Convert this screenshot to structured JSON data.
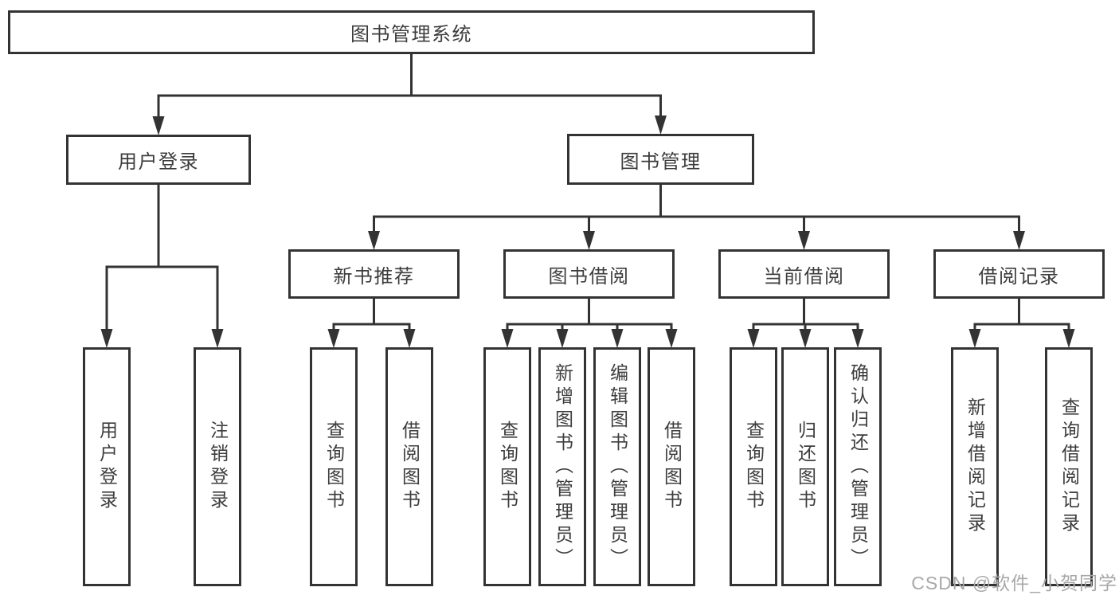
{
  "title": "图书管理系统",
  "watermark": "CSDN @软件_小贺同学",
  "colors": {
    "line": "#333333",
    "text": "#3d3d3d",
    "watermark": "#a8a8a8",
    "background": "#ffffff"
  },
  "nodes": [
    {
      "id": "root",
      "label": "图书管理系统",
      "parent": null
    },
    {
      "id": "user-login",
      "label": "用户登录",
      "parent": "root"
    },
    {
      "id": "book-mgmt",
      "label": "图书管理",
      "parent": "root"
    },
    {
      "id": "new-book-rec",
      "label": "新书推荐",
      "parent": "book-mgmt"
    },
    {
      "id": "book-borrow",
      "label": "图书借阅",
      "parent": "book-mgmt"
    },
    {
      "id": "current-borrow",
      "label": "当前借阅",
      "parent": "book-mgmt"
    },
    {
      "id": "borrow-records",
      "label": "借阅记录",
      "parent": "book-mgmt"
    },
    {
      "id": "user-login-action",
      "label": "用户登录",
      "parent": "user-login"
    },
    {
      "id": "logout-action",
      "label": "注销登录",
      "parent": "user-login"
    },
    {
      "id": "rec-query-books",
      "label": "查询图书",
      "parent": "new-book-rec"
    },
    {
      "id": "rec-borrow-books",
      "label": "借阅图书",
      "parent": "new-book-rec"
    },
    {
      "id": "borrow-query-books",
      "label": "查询图书",
      "parent": "book-borrow"
    },
    {
      "id": "borrow-add-books",
      "label": "新增图书（管理员）",
      "parent": "book-borrow"
    },
    {
      "id": "borrow-edit-books",
      "label": "编辑图书（管理员）",
      "parent": "book-borrow"
    },
    {
      "id": "borrow-borrow-books",
      "label": "借阅图书",
      "parent": "book-borrow"
    },
    {
      "id": "current-query-books",
      "label": "查询图书",
      "parent": "current-borrow"
    },
    {
      "id": "current-return-books",
      "label": "归还图书",
      "parent": "current-borrow"
    },
    {
      "id": "current-confirm-return",
      "label": "确认归还（管理员）",
      "parent": "current-borrow"
    },
    {
      "id": "records-add",
      "label": "新增借阅记录",
      "parent": "borrow-records"
    },
    {
      "id": "records-query",
      "label": "查询借阅记录",
      "parent": "borrow-records"
    }
  ]
}
